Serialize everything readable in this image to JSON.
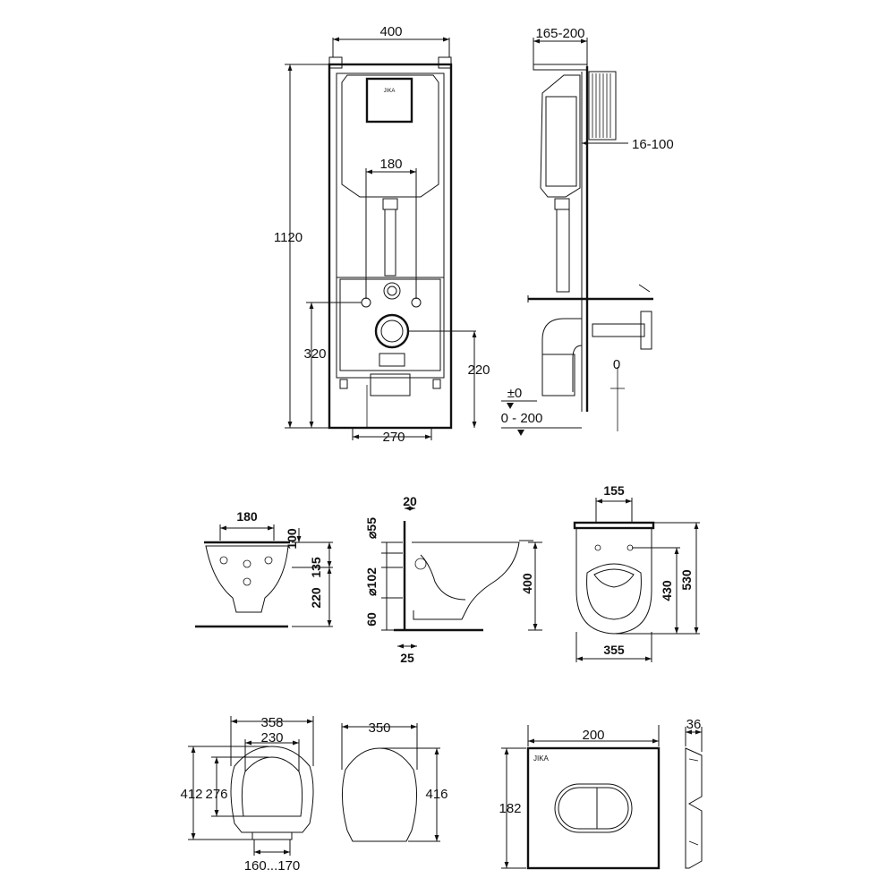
{
  "installation_frame": {
    "front_view": {
      "brand_mark": "JIKA",
      "width": "400",
      "height": "1120",
      "bracket_spacing": "180",
      "bolt_height": "320",
      "outlet_height": "220",
      "base_width": "270"
    },
    "side_view": {
      "depth": "165-200",
      "wall_adjust": "16-100",
      "floor_level": "±0",
      "floor_adjust": "0 - 200",
      "cut_label": "0"
    }
  },
  "toilet_bowl": {
    "front": {
      "top_width": "180",
      "top_height": "100",
      "mid_height": "135",
      "bottom_height": "220"
    },
    "side": {
      "wall_gap": "20",
      "dia_55": "⌀55",
      "dia_102": "⌀102",
      "base_60": "60",
      "base_25": "25",
      "height": "400"
    },
    "top": {
      "back_width": "155",
      "inner_length": "430",
      "total_length": "530",
      "width": "355"
    }
  },
  "seat": {
    "outer_width": "358",
    "inner_width": "230",
    "length": "412",
    "inner_length": "276",
    "hinge_spacing": "160...170"
  },
  "lid": {
    "width": "350",
    "length": "416"
  },
  "flush_plate": {
    "brand_mark": "JIKA",
    "width": "200",
    "height": "182",
    "depth": "36"
  }
}
